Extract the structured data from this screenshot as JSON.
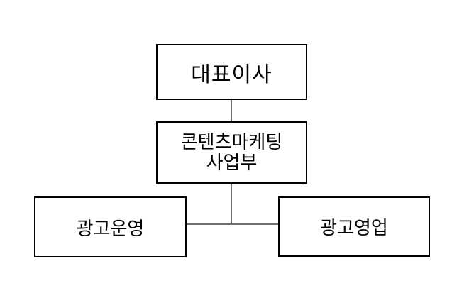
{
  "diagram": {
    "type": "org-chart",
    "background_color": "#ffffff",
    "box_fill_color": "#ffffff",
    "box_border_color": "#000000",
    "text_color": "#000000",
    "connector_color": "#6f6f6f",
    "nodes": [
      {
        "id": "ceo",
        "label": "대표이사",
        "level": 1
      },
      {
        "id": "content-marketing-division",
        "label": "콘텐츠마케팅\n사업부",
        "level": 2
      },
      {
        "id": "ad-operations",
        "label": "광고운영",
        "level": 3
      },
      {
        "id": "ad-sales",
        "label": "광고영업",
        "level": 3
      }
    ],
    "edges": [
      {
        "from": "ceo",
        "to": "content-marketing-division"
      },
      {
        "from": "content-marketing-division",
        "to": "ad-operations"
      },
      {
        "from": "content-marketing-division",
        "to": "ad-sales"
      }
    ]
  }
}
